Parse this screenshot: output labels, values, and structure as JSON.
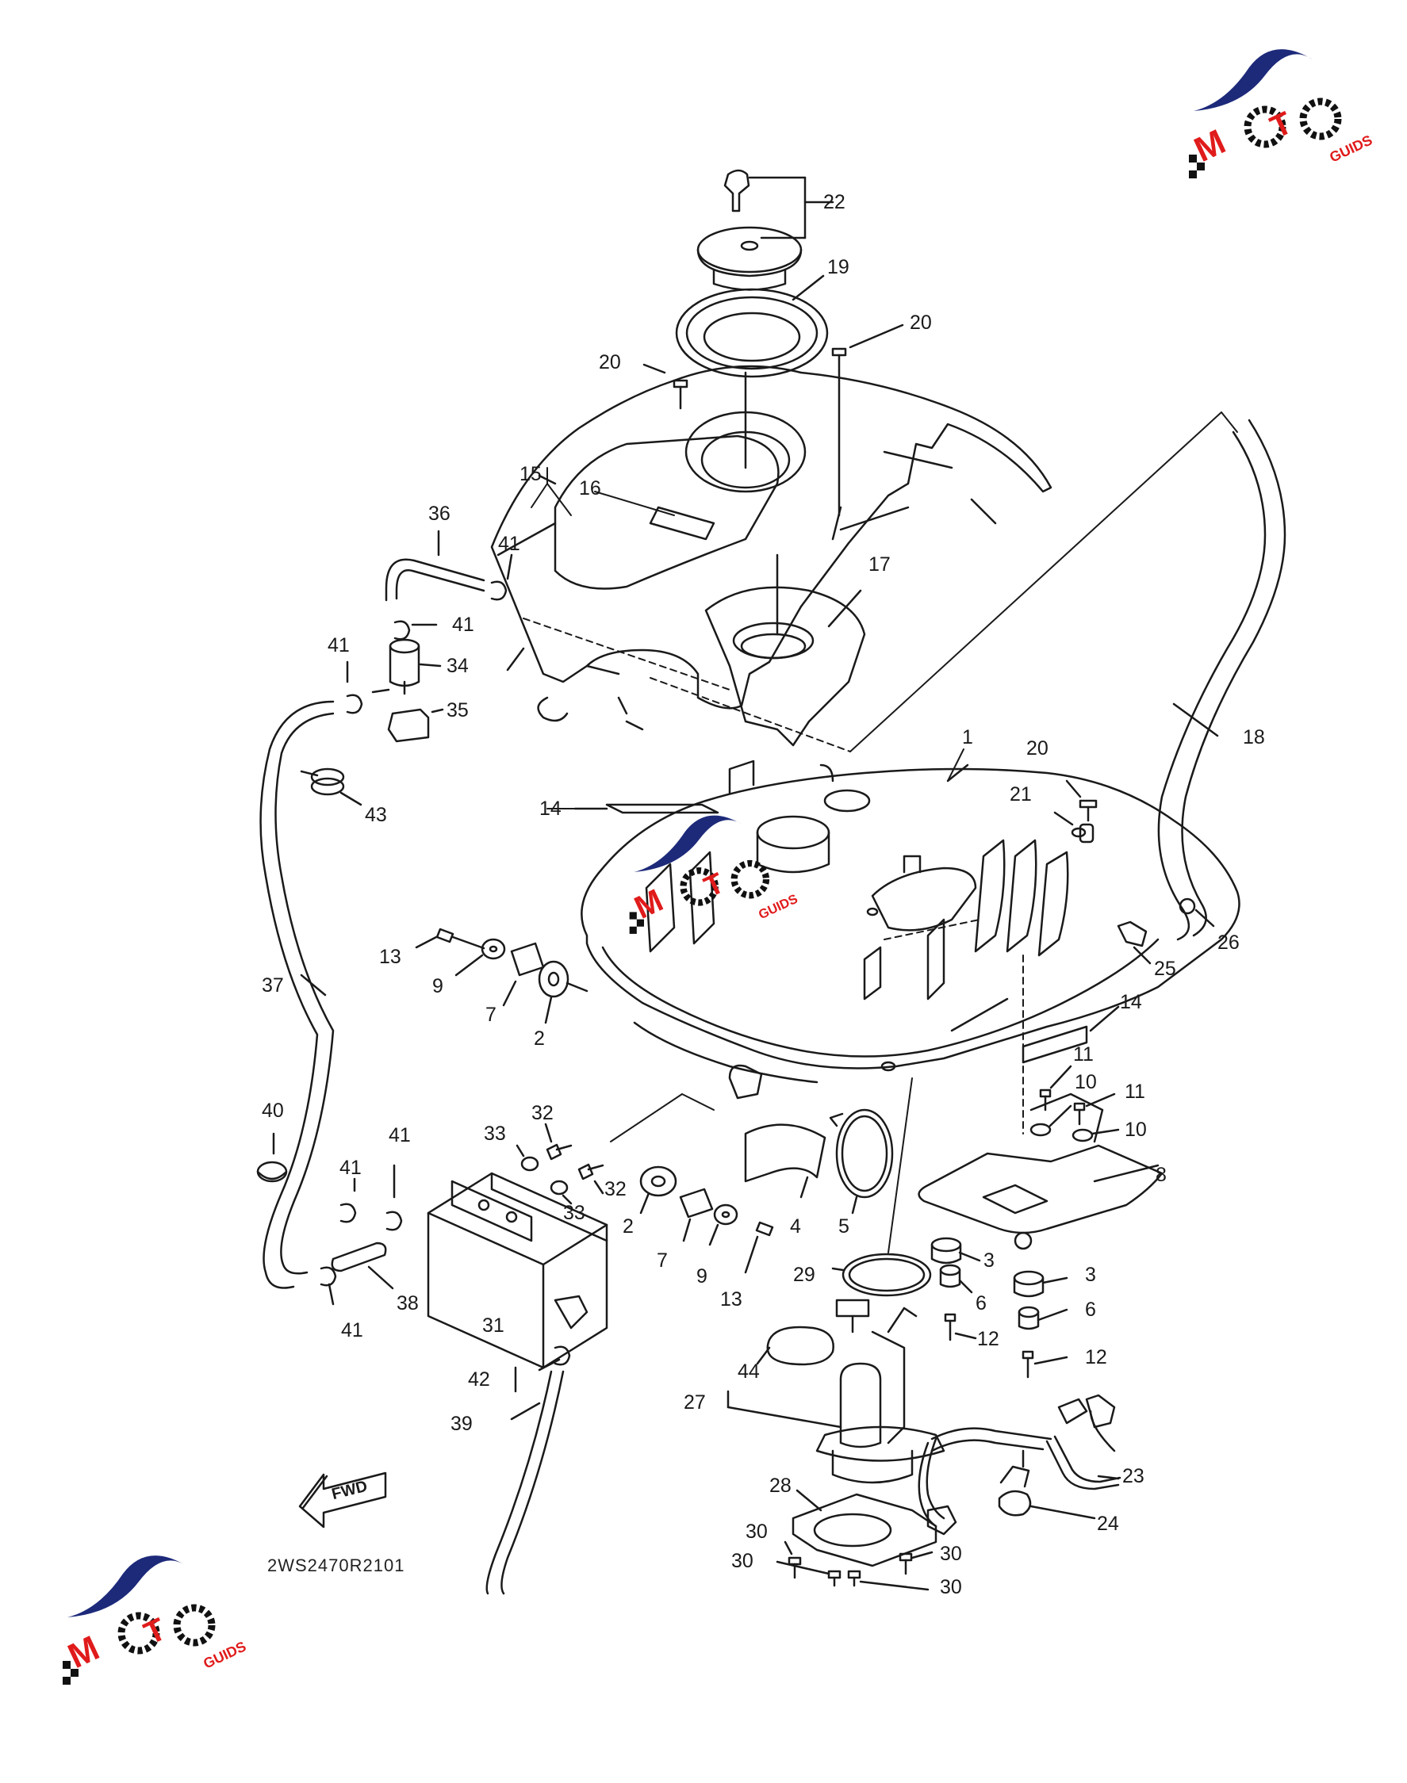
{
  "diagram": {
    "part_code": "2WS2470R2101",
    "fwd_label": "FWD",
    "brand_color": "#1d2a7a",
    "accent_color": "#e01b1b",
    "logo_text": "MOTO GUIDS",
    "callouts": {
      "c1": "1",
      "c2a": "2",
      "c2b": "2",
      "c3a": "3",
      "c3b": "3",
      "c4": "4",
      "c5": "5",
      "c6a": "6",
      "c6b": "6",
      "c7a": "7",
      "c7b": "7",
      "c8": "8",
      "c9a": "9",
      "c9b": "9",
      "c10a": "10",
      "c10b": "10",
      "c11a": "11",
      "c11b": "11",
      "c12a": "12",
      "c12b": "12",
      "c13a": "13",
      "c13b": "13",
      "c14a": "14",
      "c14b": "14",
      "c15": "15",
      "c16": "16",
      "c17": "17",
      "c18": "18",
      "c19": "19",
      "c20a": "20",
      "c20b": "20",
      "c20c": "20",
      "c21": "21",
      "c22": "22",
      "c23": "23",
      "c24": "24",
      "c25": "25",
      "c26": "26",
      "c27": "27",
      "c28": "28",
      "c29": "29",
      "c30a": "30",
      "c30b": "30",
      "c30c": "30",
      "c30d": "30",
      "c31": "31",
      "c32a": "32",
      "c32b": "32",
      "c33a": "33",
      "c33b": "33",
      "c34": "34",
      "c35": "35",
      "c36": "36",
      "c37": "37",
      "c38": "38",
      "c39": "39",
      "c40": "40",
      "c41a": "41",
      "c41b": "41",
      "c41c": "41",
      "c41d": "41",
      "c41e": "41",
      "c41f": "41",
      "c42": "42",
      "c43": "43",
      "c44": "44"
    }
  }
}
